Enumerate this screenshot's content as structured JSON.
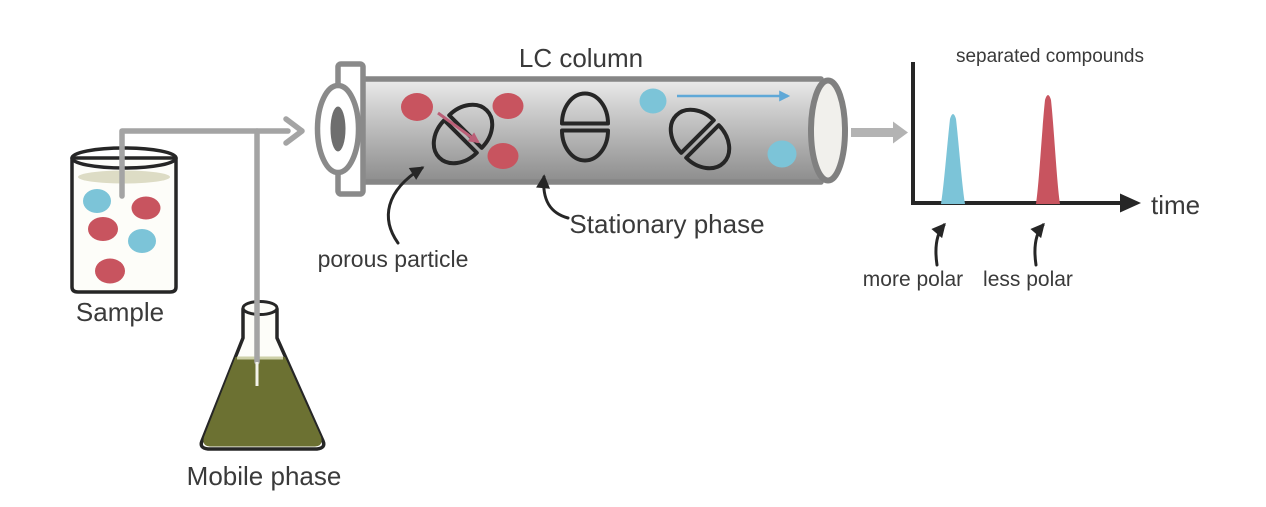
{
  "figure": {
    "subject": "Liquid chromatography separation principle",
    "background": "#ffffff"
  },
  "colors": {
    "red": "#c8545f",
    "blue": "#7cc4d8",
    "olive": "#6c7132",
    "ink": "#262626",
    "text": "#3a3a3a",
    "tube": "#a4a4a4",
    "column_border": "#868686",
    "arrow_gray": "#b3b3b3",
    "flow_blue": "#5fa8d7",
    "pink": "#bb5f77"
  },
  "labels": {
    "sample": "Sample",
    "mobile_phase": "Mobile phase",
    "lc_column": "LC column",
    "porous_particle": "porous particle",
    "stationary_phase": "Stationary phase",
    "separated_compounds": "separated compounds",
    "time": "time",
    "more_polar": "more polar",
    "less_polar": "less polar"
  },
  "sample_beaker": {
    "dots": [
      "blue",
      "red",
      "red",
      "blue",
      "red"
    ]
  },
  "column": {
    "flow_direction": "left-to-right",
    "contents": {
      "red_dots": 3,
      "blue_dots": 2,
      "porous_particles": 3
    }
  },
  "chromatogram": {
    "title": "separated compounds",
    "x_axis_label": "time",
    "peaks": [
      {
        "label": "more polar",
        "color": "blue",
        "retention": "earlier",
        "relative_height": 0.82
      },
      {
        "label": "less polar",
        "color": "red",
        "retention": "later",
        "relative_height": 1.0
      }
    ]
  }
}
